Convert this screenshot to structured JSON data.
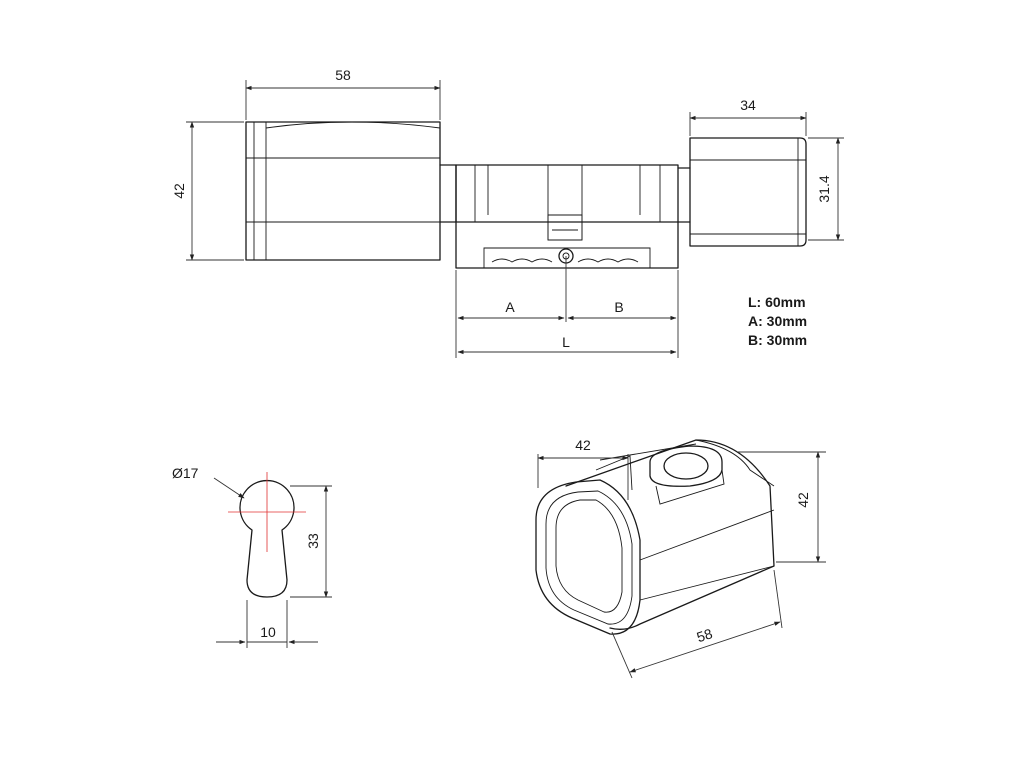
{
  "top_view": {
    "knob_width": "58",
    "knob_height": "42",
    "thumbturn_width": "34",
    "thumbturn_height": "31.4",
    "dim_a": "A",
    "dim_b": "B",
    "dim_l": "L"
  },
  "specs": [
    "L: 60mm",
    "A: 30mm",
    "B: 30mm"
  ],
  "profile_view": {
    "diameter": "Ø17",
    "height": "33",
    "width": "10"
  },
  "iso_view": {
    "top_width": "42",
    "side_height": "42",
    "length": "58"
  },
  "colors": {
    "line": "#1a1a1a",
    "center_mark": "#e03030"
  }
}
